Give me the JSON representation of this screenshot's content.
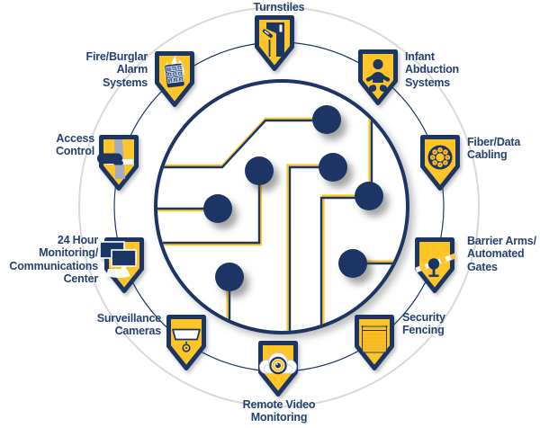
{
  "colors": {
    "navy": "#1b3665",
    "yellow": "#ffc425",
    "orange": "#ed7423",
    "ring_gray": "#d9d9d9",
    "text_navy": "#24426f",
    "silver": "#a3adc2"
  },
  "center_graphic": {
    "type": "circuit-board",
    "node_count": 7
  },
  "items": [
    {
      "id": "turnstiles",
      "label": "Turnstiles",
      "icon": "turnstile-icon"
    },
    {
      "id": "infant-abduction",
      "label": "Infant\nAbduction\nSystems",
      "icon": "baby-icon"
    },
    {
      "id": "fiber-data-cabling",
      "label": "Fiber/Data\nCabling",
      "icon": "fiber-cable-icon"
    },
    {
      "id": "barrier-arms",
      "label": "Barrier Arms/\nAutomated\nGates",
      "icon": "barrier-gate-icon"
    },
    {
      "id": "security-fencing",
      "label": "Security\nFencing",
      "icon": "fence-icon"
    },
    {
      "id": "remote-video",
      "label": "Remote Video\nMonitoring",
      "icon": "cloud-eye-icon"
    },
    {
      "id": "surveillance-cameras",
      "label": "Surveillance\nCameras",
      "icon": "dome-camera-icon"
    },
    {
      "id": "monitoring-center",
      "label": "24 Hour\nMonitoring/\nCommunications\nCenter",
      "icon": "monitors-icon"
    },
    {
      "id": "access-control",
      "label": "Access\nControl",
      "icon": "card-reader-icon"
    },
    {
      "id": "fire-burglar-alarm",
      "label": "Fire/Burglar\nAlarm\nSystems",
      "icon": "keypad-flame-icon"
    }
  ]
}
